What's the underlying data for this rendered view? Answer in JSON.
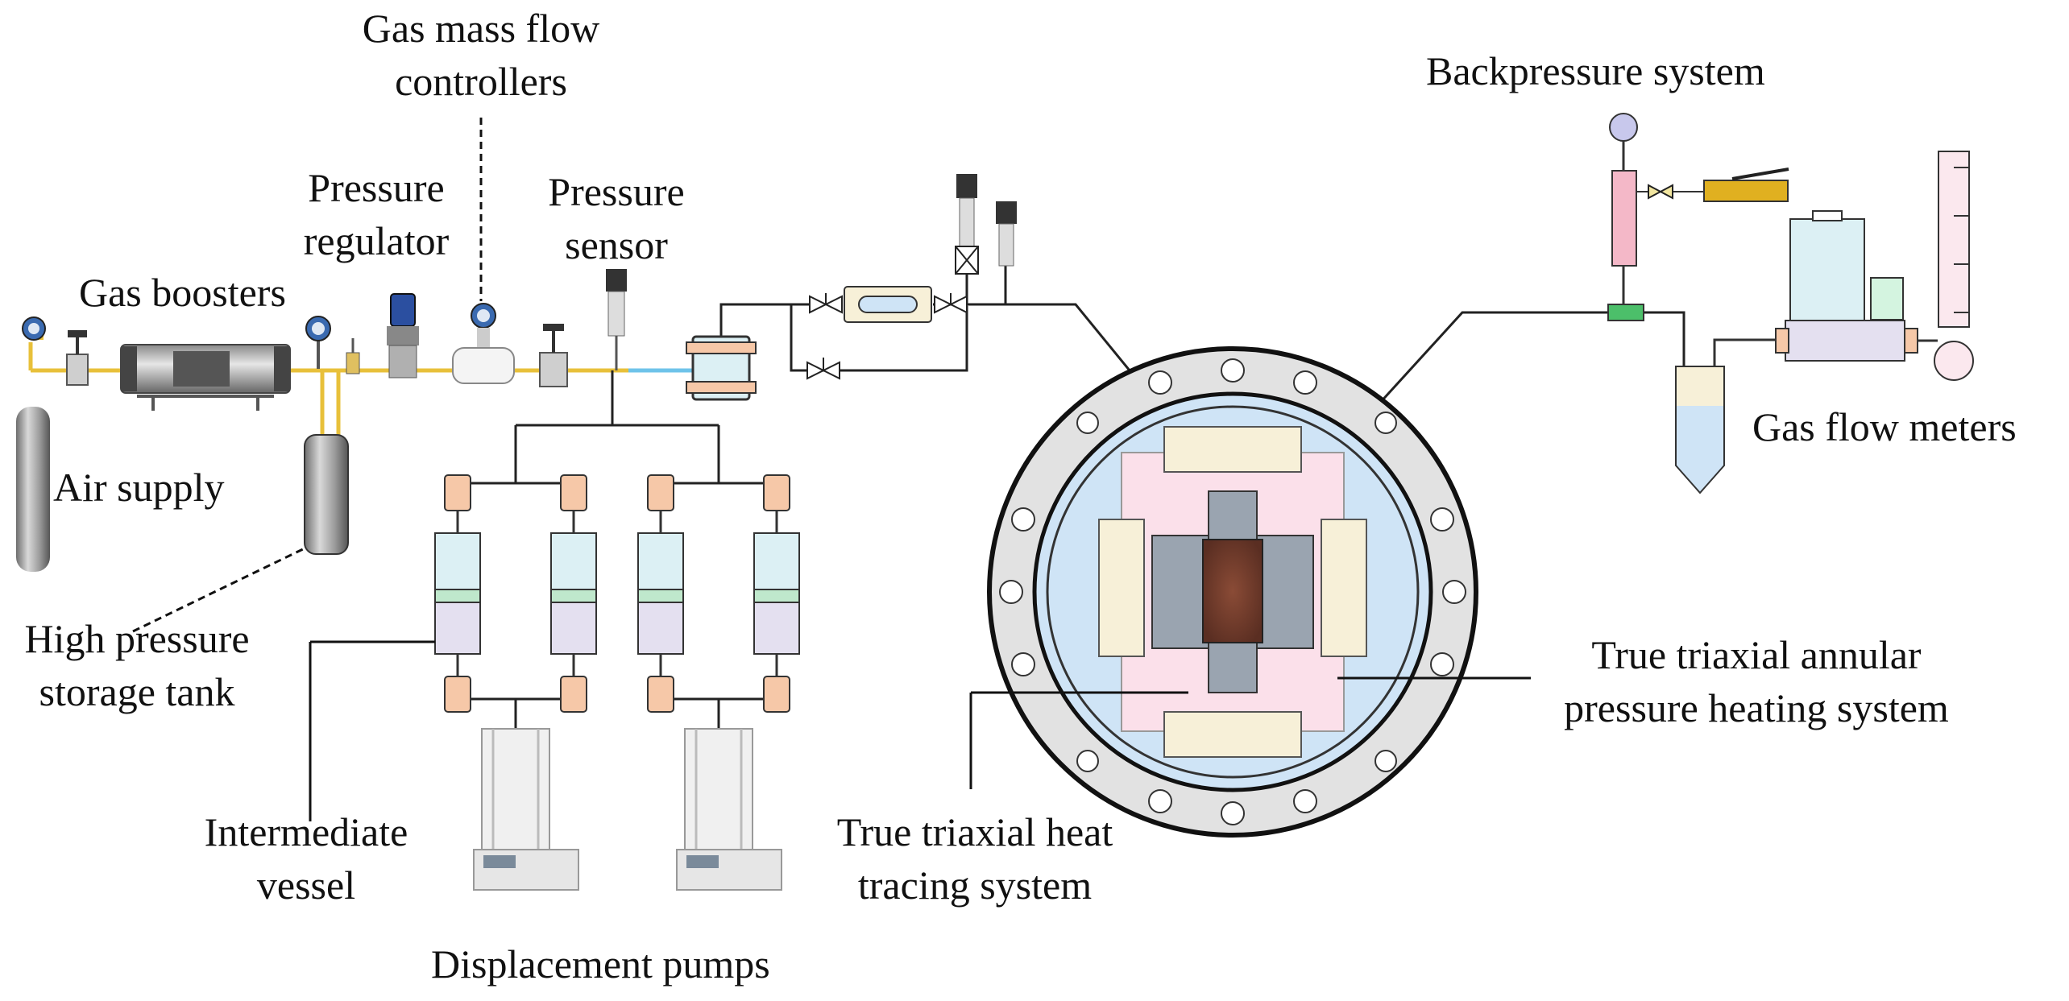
{
  "labels": {
    "gas_mass_flow_controllers": "Gas mass flow\ncontrollers",
    "pressure_regulator": "Pressure\nregulator",
    "pressure_sensor": "Pressure\nsensor",
    "gas_boosters": "Gas boosters",
    "air_supply": "Air supply",
    "high_pressure_storage_tank": "High pressure\nstorage tank",
    "backpressure_system": "Backpressure system",
    "gas_flow_meters": "Gas flow meters",
    "annular_heating": "True triaxial annular\npressure heating system",
    "intermediate_vessel": "Intermediate\nvessel",
    "heat_tracing": "True triaxial heat\ntracing system",
    "displacement_pumps": "Displacement pumps"
  },
  "colors": {
    "gas_line": "#e8c03a",
    "water_line": "#6ec3ea",
    "line": "#222222",
    "vessel_fill": "#dcf0f4",
    "vessel_band": "#bfe8cc",
    "vessel_lower": "#e4e0f0",
    "connector": "#f6c8a8",
    "ring_gray": "#e2e2e2",
    "inner_blue": "#cfe4f6",
    "inner_pink": "#fbe0ea",
    "core": "#6b3a2c"
  }
}
